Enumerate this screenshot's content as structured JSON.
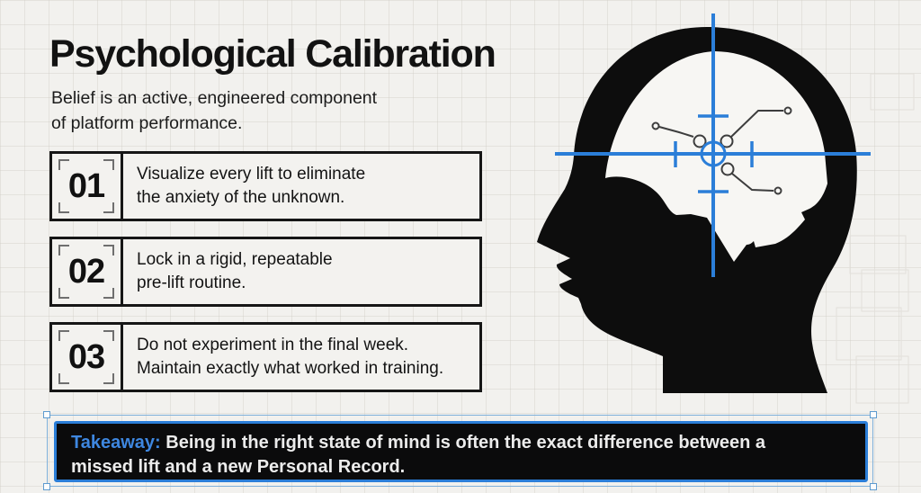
{
  "page": {
    "title": "Psychological Calibration",
    "subtitle_line1": "Belief is an active, engineered component",
    "subtitle_line2": "of platform performance."
  },
  "steps": [
    {
      "number": "01",
      "line1": "Visualize every lift to eliminate",
      "line2": "the anxiety of the unknown."
    },
    {
      "number": "02",
      "line1": "Lock in a rigid, repeatable",
      "line2": "pre-lift routine."
    },
    {
      "number": "03",
      "line1": "Do not experiment in the final week.",
      "line2": "Maintain exactly what worked in training."
    }
  ],
  "takeaway": {
    "label": "Takeaway:",
    "line1": "Being in the right state of mind is often the exact difference between a",
    "line2": "missed lift and a new Personal Record."
  },
  "illustration": {
    "name": "head-profile-with-crosshair-and-circuits",
    "silhouette_color": "#0d0d0d",
    "brain_area_color": "#f7f6f3",
    "crosshair_color": "#2b7ed8",
    "circuit_color": "#3d3d3d"
  },
  "colors": {
    "background": "#f2f1ee",
    "ink": "#141414",
    "accent_blue": "#2b7ed8",
    "takeaway_label_blue": "#3e87e0",
    "takeaway_background": "#0b0b0c",
    "selection_blue": "#7fb0da"
  }
}
